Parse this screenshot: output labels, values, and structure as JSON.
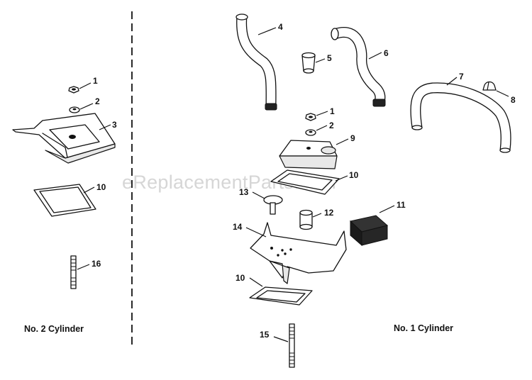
{
  "watermark": "eReplacementParts.com",
  "captions": {
    "left": "No. 2 Cylinder",
    "right": "No. 1 Cylinder"
  },
  "callouts": {
    "l1": "1",
    "l2": "2",
    "l3": "3",
    "l10": "10",
    "l16": "16",
    "r4": "4",
    "r5": "5",
    "r6": "6",
    "r7": "7",
    "r8": "8",
    "r1": "1",
    "r2": "2",
    "r9": "9",
    "r10a": "10",
    "r13": "13",
    "r12": "12",
    "r11": "11",
    "r14": "14",
    "r10b": "10",
    "r15": "15"
  }
}
